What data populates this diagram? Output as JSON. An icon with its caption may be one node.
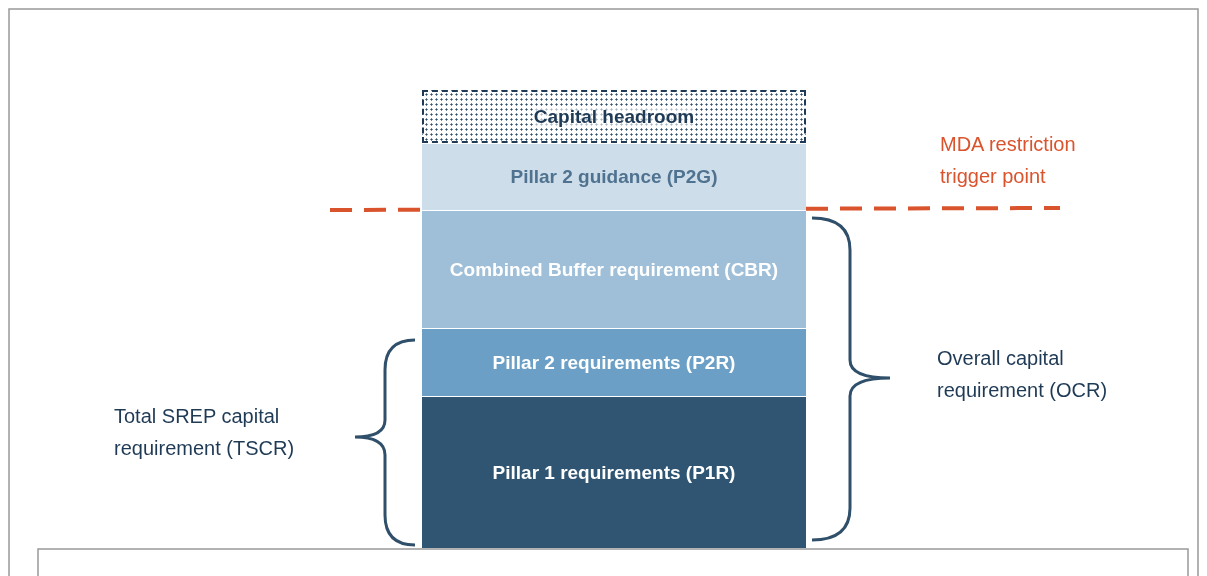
{
  "diagram": {
    "nodes": [
      {
        "text": [
          "Capital headroom"
        ]
      },
      {
        "text": [
          "Pillar 2 guidance (P2G)"
        ]
      },
      {
        "text": [
          "Combined Buffer requirement (CBR)"
        ]
      },
      {
        "text": [
          "Pillar 2 requirements (P2R)"
        ]
      },
      {
        "text": [
          "Pillar 1 requirements (P1R)"
        ]
      }
    ],
    "labels": [
      "MDA restriction trigger point",
      "Overall capital requirement (OCR)",
      "Total SREP capital requirement (TSCR)"
    ]
  }
}
